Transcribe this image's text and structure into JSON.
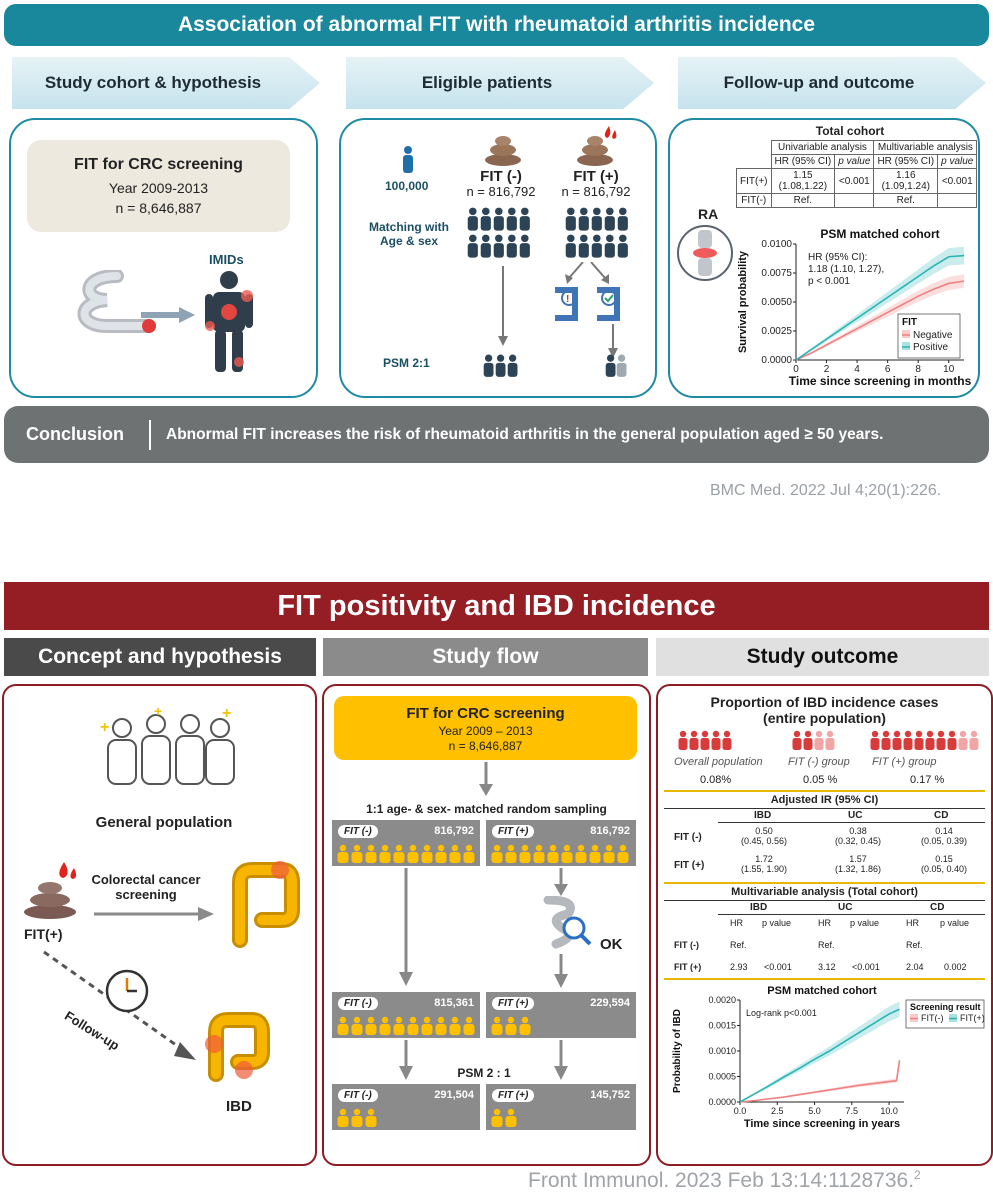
{
  "top": {
    "title": "Association of abnormal FIT with rheumatoid arthritis incidence",
    "arrows": [
      "Study cohort & hypothesis",
      "Eligible patients",
      "Follow-up and outcome"
    ],
    "cohort": {
      "heading": "FIT for CRC screening",
      "years": "Year 2009-2013",
      "n": "n = 8,646,887",
      "imids_label": "IMIDs"
    },
    "eligible": {
      "scale_label": "100,000",
      "fit_neg_label": "FIT (-)",
      "fit_neg_n": "n = 816,792",
      "fit_pos_label": "FIT (+)",
      "fit_pos_n": "n = 816,792",
      "matching_label": "Matching with\nAge & sex",
      "psm_label": "PSM 2:1"
    },
    "outcome": {
      "total_cohort_title": "Total cohort",
      "table_headers": [
        "Univariable analysis",
        "Multivariable analysis"
      ],
      "subheaders": [
        "HR (95% CI)",
        "p value",
        "HR (95% CI)",
        "p value"
      ],
      "rows": [
        {
          "label": "FIT(+)",
          "cells": [
            "1.15\n(1.08,1.22)",
            "<0.001",
            "1.16\n(1.09,1.24)",
            "<0.001"
          ]
        },
        {
          "label": "FIT(-)",
          "cells": [
            "Ref.",
            "",
            "Ref.",
            ""
          ]
        }
      ],
      "ra_label": "RA"
    },
    "conclusion_label": "Conclusion",
    "conclusion_text": "Abnormal FIT increases the risk of rheumatoid arthritis in the general population aged ≥ 50 years.",
    "citation": "BMC Med. 2022 Jul 4;20(1):226."
  },
  "bottom": {
    "title": "FIT positivity and IBD incidence",
    "col_heads": [
      "Concept and hypothesis",
      "Study flow",
      "Study outcome"
    ],
    "concept": {
      "general_population": "General population",
      "screening": "Colorectal cancer\nscreening",
      "fit_pos": "FIT(+)",
      "follow_up": "Follow-up",
      "ibd": "IBD"
    },
    "flow": {
      "heading": "FIT for CRC screening",
      "years": "Year 2009 – 2013",
      "n": "n = 8,646,887",
      "sampling": "1:1 age- & sex- matched random sampling",
      "ok": "OK",
      "psm": "PSM 2 : 1",
      "boxes": [
        {
          "label": "FIT (-)",
          "count": "816,792"
        },
        {
          "label": "FIT (+)",
          "count": "816,792"
        },
        {
          "label": "FIT (-)",
          "count": "815,361"
        },
        {
          "label": "FIT (+)",
          "count": "229,594"
        },
        {
          "label": "FIT (-)",
          "count": "291,504"
        },
        {
          "label": "FIT (+)",
          "count": "145,752"
        }
      ]
    },
    "outcome": {
      "prop_title": "Proportion of IBD incidence cases",
      "prop_subtitle": "(entire population)",
      "groups": [
        {
          "name": "Overall population",
          "value": "0.08%"
        },
        {
          "name": "FIT (-) group",
          "value": "0.05 %"
        },
        {
          "name": "FIT (+) group",
          "value": "0.17 %"
        }
      ],
      "ir_title": "Adjusted IR (95% CI)",
      "ir_cols": [
        "IBD",
        "UC",
        "CD"
      ],
      "ir_rows": [
        {
          "label": "FIT (-)",
          "cells": [
            [
              "0.50",
              "(0.45, 0.56)"
            ],
            [
              "0.38",
              "(0.32, 0.45)"
            ],
            [
              "0.14",
              "(0.05, 0.39)"
            ]
          ]
        },
        {
          "label": "FIT (+)",
          "cells": [
            [
              "1.72",
              "(1.55, 1.90)"
            ],
            [
              "1.57",
              "(1.32, 1.86)"
            ],
            [
              "0.15",
              "(0.05, 0.40)"
            ]
          ]
        }
      ],
      "mv_title": "Multivariable analysis (Total cohort)",
      "mv_cols": [
        "IBD",
        "UC",
        "CD"
      ],
      "mv_sub": [
        "HR",
        "p value",
        "HR",
        "p value",
        "HR",
        "p value"
      ],
      "mv_rows": [
        {
          "label": "FIT (-)",
          "cells": [
            "Ref.",
            "",
            "Ref.",
            "",
            "Ref.",
            ""
          ]
        },
        {
          "label": "FIT (+)",
          "cells": [
            "2.93",
            "<0.001",
            "3.12",
            "<0.001",
            "2.04",
            "0.002"
          ]
        }
      ]
    },
    "citation": "Front Immunol. 2023 Feb 13:14:1128736.",
    "citation_sup": "2"
  },
  "chart_data": [
    {
      "type": "line",
      "title": "PSM matched cohort",
      "xlabel": "Time since screening in months",
      "ylabel": "Survival probability",
      "xlim": [
        0,
        11
      ],
      "ylim": [
        0,
        0.01
      ],
      "xticks": [
        0,
        2,
        4,
        6,
        8,
        10
      ],
      "yticks": [
        "0.0000",
        "0.0025",
        "0.0050",
        "0.0075",
        "0.0100"
      ],
      "legend_title": "FIT",
      "legend_position": "bottom-right",
      "annotation": [
        "HR (95% CI):",
        "1.18 (1.10, 1.27),",
        "p < 0.001"
      ],
      "series": [
        {
          "name": "Negative",
          "color": "#f08080",
          "x": [
            0,
            1,
            2,
            3,
            4,
            5,
            6,
            7,
            8,
            9,
            10,
            11
          ],
          "y": [
            0,
            0.0006,
            0.0013,
            0.002,
            0.0027,
            0.0034,
            0.0041,
            0.0048,
            0.0055,
            0.0061,
            0.0066,
            0.0068
          ]
        },
        {
          "name": "Positive",
          "color": "#2bb5b5",
          "x": [
            0,
            1,
            2,
            3,
            4,
            5,
            6,
            7,
            8,
            9,
            10,
            11
          ],
          "y": [
            0,
            0.0009,
            0.0018,
            0.0027,
            0.0036,
            0.0045,
            0.0054,
            0.0063,
            0.0072,
            0.0081,
            0.0089,
            0.009
          ]
        }
      ]
    },
    {
      "type": "line",
      "title": "PSM matched cohort",
      "xlabel": "Time since screening in years",
      "ylabel": "Probability of IBD",
      "xlim": [
        0,
        11
      ],
      "ylim": [
        0,
        0.0022
      ],
      "xticks": [
        "0.0",
        "2.5",
        "5.0",
        "7.5",
        "10.0"
      ],
      "yticks": [
        "0.0000",
        "0.0005",
        "0.0010",
        "0.0015",
        "0.0020"
      ],
      "legend_title": "Screening result",
      "legend_position": "top-right",
      "annotation": [
        "Log-rank p<0.001"
      ],
      "series": [
        {
          "name": "FIT(-)",
          "color": "#f08080",
          "x": [
            0,
            1,
            2,
            3,
            4,
            5,
            6,
            7,
            8,
            9,
            10,
            10.5,
            10.7
          ],
          "y": [
            0,
            3e-05,
            7e-05,
            0.00011,
            0.00016,
            0.00021,
            0.00026,
            0.00031,
            0.00036,
            0.0004,
            0.00044,
            0.00046,
            0.0009
          ]
        },
        {
          "name": "FIT(+)",
          "color": "#2bb5b5",
          "x": [
            0,
            1,
            2,
            3,
            4,
            5,
            6,
            7,
            8,
            9,
            10,
            10.7
          ],
          "y": [
            0,
            0.00018,
            0.00036,
            0.00055,
            0.00073,
            0.00092,
            0.0011,
            0.0013,
            0.0015,
            0.0017,
            0.0019,
            0.002
          ]
        }
      ]
    }
  ]
}
